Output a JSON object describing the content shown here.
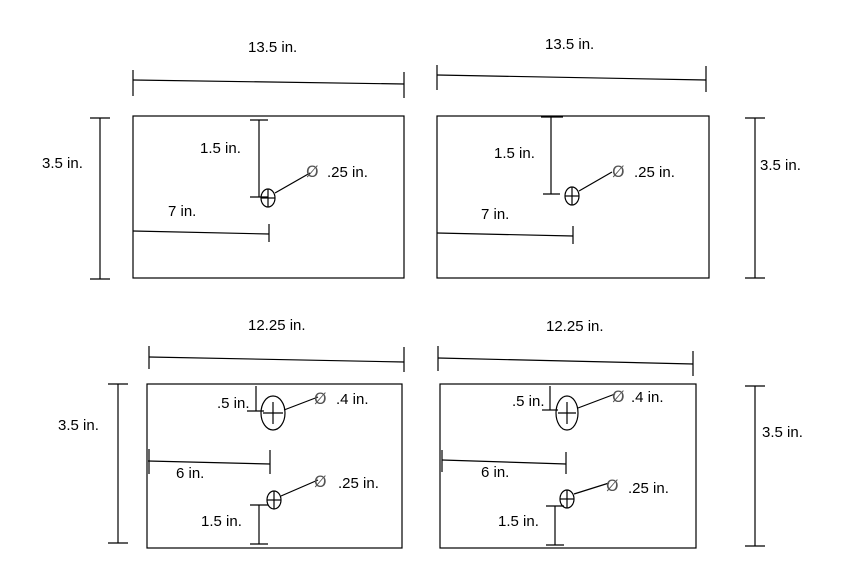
{
  "panels": [
    {
      "width_label": "13.5 in.",
      "height_label": "3.5 in.",
      "holes": [
        {
          "vertical_label": "1.5 in.",
          "diameter_label": ".25 in."
        }
      ],
      "horizontal_label": "7 in."
    },
    {
      "width_label": "13.5 in.",
      "height_label": "3.5 in.",
      "holes": [
        {
          "vertical_label": "1.5 in.",
          "diameter_label": ".25 in."
        }
      ],
      "horizontal_label": "7 in."
    },
    {
      "width_label": "12.25 in.",
      "height_label": "3.5 in.",
      "holes": [
        {
          "vertical_label": ".5 in.",
          "diameter_label": ".4 in."
        },
        {
          "vertical_label": "1.5 in.",
          "diameter_label": ".25 in."
        }
      ],
      "horizontal_label": "6 in."
    },
    {
      "width_label": "12.25 in.",
      "height_label": "3.5 in.",
      "holes": [
        {
          "vertical_label": ".5 in.",
          "diameter_label": ".4 in."
        },
        {
          "vertical_label": "1.5 in.",
          "diameter_label": ".25 in."
        }
      ],
      "horizontal_label": "6 in."
    }
  ],
  "diameter_symbol": "Ø"
}
